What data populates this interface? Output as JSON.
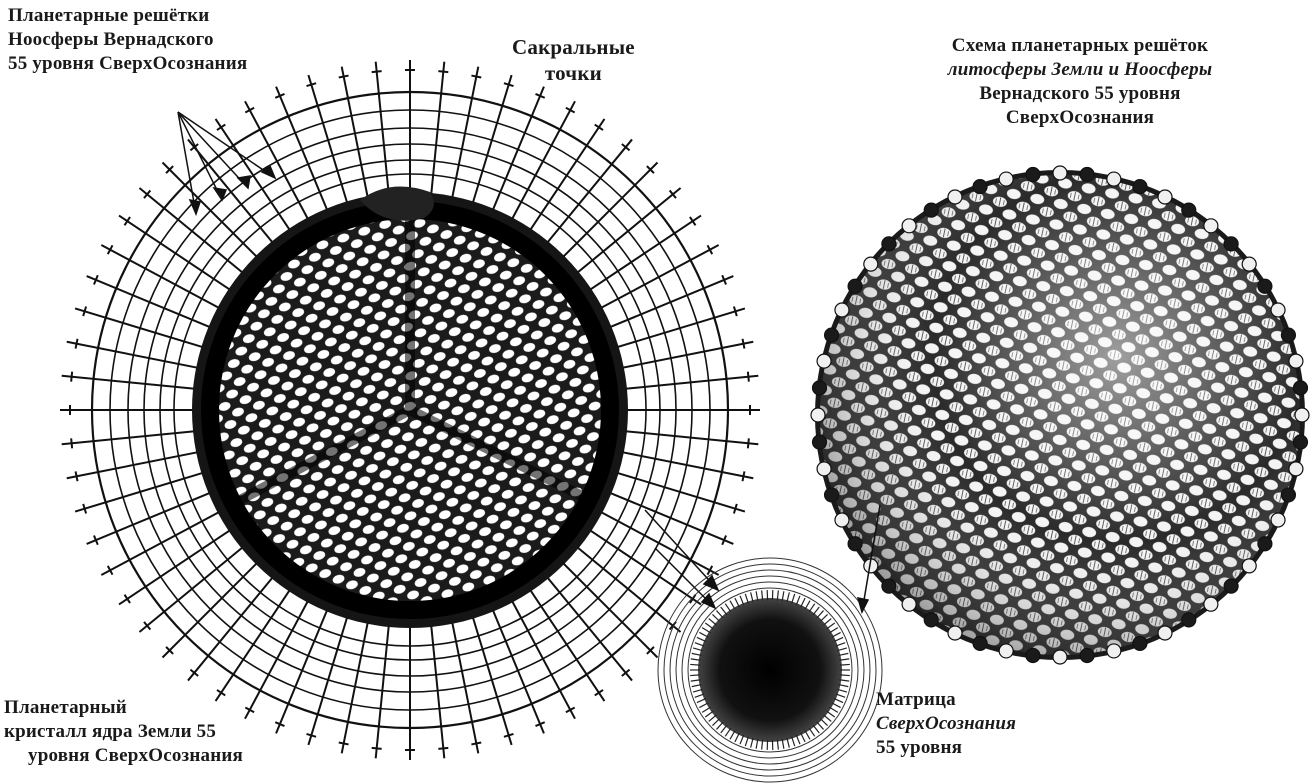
{
  "labels": {
    "noosphere_grids": [
      "Планетарные решётки",
      "Ноосферы Вернадского",
      "55 уровня СверхОсознания"
    ],
    "sacral_points": [
      "Сакральные",
      "точки"
    ],
    "scheme": [
      "Схема планетарных решёток",
      "литосферы Земли и Ноосферы",
      "Вернадского 55 уровня",
      "СверхОсознания"
    ],
    "core_crystal": [
      "Планетарный",
      "кристалл ядра Земли 55",
      "уровня СверхОсознания"
    ],
    "matrix": [
      "Матрица",
      "СверхОсознания",
      "55 уровня"
    ]
  },
  "colors": {
    "ink": "#111111",
    "paper": "#ffffff"
  }
}
